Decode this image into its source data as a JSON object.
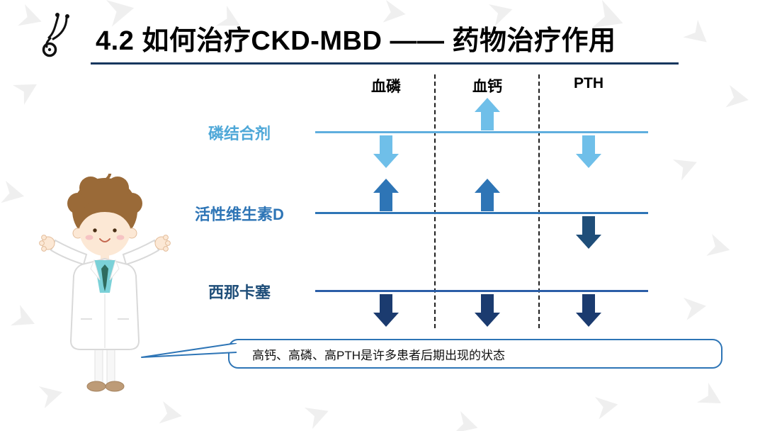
{
  "slide": {
    "title": "4.2  如何治疗CKD-MBD —— 药物治疗作用",
    "title_color": "#000000",
    "underline_color": "#17375E",
    "background_color": "#FFFFFF"
  },
  "icons": {
    "stethoscope": "stethoscope-icon",
    "doctor": "doctor-cartoon"
  },
  "table": {
    "columns": [
      {
        "label": "血磷"
      },
      {
        "label": "血钙"
      },
      {
        "label": "PTH"
      }
    ],
    "rows": [
      {
        "label": "磷结合剂",
        "label_color": "#4FA8D8",
        "line_color": "#5FAEDE",
        "effects": [
          {
            "column": "血磷",
            "dir": "down",
            "color": "#6FBFE9"
          },
          {
            "column": "血钙",
            "dir": "up",
            "color": "#6FBFE9"
          },
          {
            "column": "PTH",
            "dir": "down",
            "color": "#6FBFE9"
          }
        ]
      },
      {
        "label": "活性维生素D",
        "label_color": "#2E75B6",
        "line_color": "#2E75B6",
        "effects": [
          {
            "column": "血磷",
            "dir": "up",
            "color": "#2E75B6"
          },
          {
            "column": "血钙",
            "dir": "up",
            "color": "#2E75B6"
          },
          {
            "column": "PTH",
            "dir": "down",
            "color": "#1F4E79"
          }
        ]
      },
      {
        "label": "西那卡塞",
        "label_color": "#1F4E79",
        "line_color": "#2B5EA7",
        "effects": [
          {
            "column": "血磷",
            "dir": "down",
            "color": "#1B3B6F"
          },
          {
            "column": "血钙",
            "dir": "down",
            "color": "#1B3B6F"
          },
          {
            "column": "PTH",
            "dir": "down",
            "color": "#1B3B6F"
          }
        ]
      }
    ]
  },
  "callout": {
    "text": "高钙、高磷、高PTH是许多患者后期出现的状态",
    "border_color": "#2E75B6"
  }
}
